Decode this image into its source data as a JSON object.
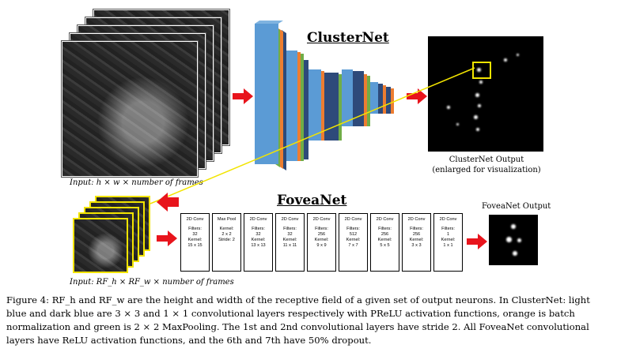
{
  "clusternet": {
    "title": "ClusterNet",
    "input_label": "Input: h × w × number of frames",
    "output_caption_line1": "ClusterNet Output",
    "output_caption_line2": "(enlarged for visualization)"
  },
  "foveanet": {
    "title": "FoveaNet",
    "input_label": "Input: RF_h × RF_w × number of frames",
    "output_label": "FoveaNet Output",
    "layers": [
      {
        "type": "2D Conv",
        "details": [
          "Filters:",
          "32",
          "Kernel:",
          "15 x 15"
        ]
      },
      {
        "type": "Max Pool",
        "details": [
          "Kernel:",
          "2 x 2",
          "Stride: 2"
        ]
      },
      {
        "type": "2D Conv",
        "details": [
          "Filters:",
          "32",
          "Kernel:",
          "13 x 13"
        ]
      },
      {
        "type": "2D Conv",
        "details": [
          "Filters:",
          "32",
          "Kernel:",
          "11 x 11"
        ]
      },
      {
        "type": "2D Conv",
        "details": [
          "Filters:",
          "256",
          "Kernel:",
          "9 x 9"
        ]
      },
      {
        "type": "2D Conv",
        "details": [
          "Filters:",
          "512",
          "Kernel:",
          "7 x 7"
        ]
      },
      {
        "type": "2D Conv",
        "details": [
          "Filters:",
          "256",
          "Kernel:",
          "5 x 5"
        ]
      },
      {
        "type": "2D Conv",
        "details": [
          "Filters:",
          "256",
          "Kernel:",
          "3 x 3"
        ]
      },
      {
        "type": "2D Conv",
        "details": [
          "Filters:",
          "1",
          "Kernel:",
          "1 x 1"
        ]
      }
    ]
  },
  "caption": "Figure 4: RF_h and RF_w are the height and width of the receptive field of a given set of output neurons. In ClusterNet: light blue and dark blue are 3 × 3 and 1 × 1 convolutional layers respectively with PReLU activation functions, orange is batch normalization and green is 2 × 2 MaxPooling. The 1st and 2nd convolutional layers have stride 2. All FoveaNet convolutional layers have ReLU activation functions, and the 6th and 7th have 50% dropout.",
  "colors": {
    "light_blue": "#5b9bd5",
    "dark_blue": "#2e4a7a",
    "orange": "#ed7d31",
    "green": "#70ad47",
    "arrow_red": "#e8141c",
    "highlight_yellow": "#f2e400"
  }
}
